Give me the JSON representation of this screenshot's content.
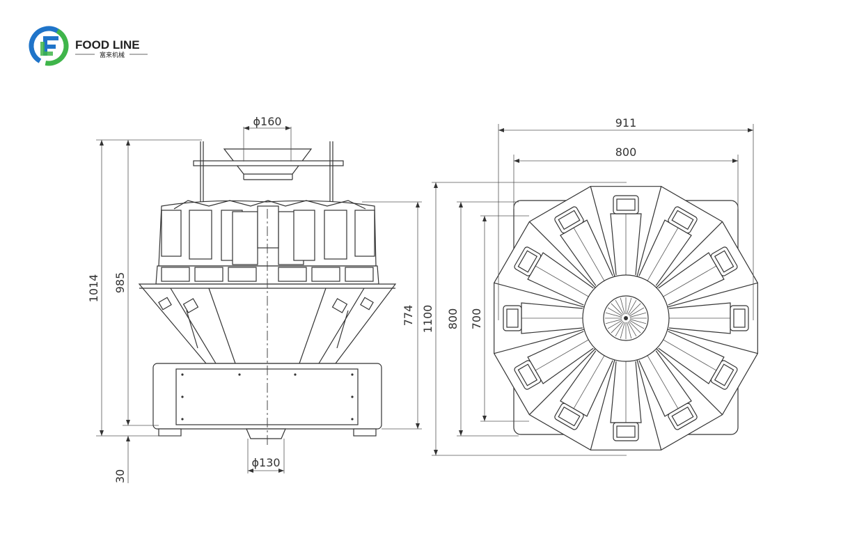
{
  "brand": {
    "name": "FOOD LINE",
    "subtitle": "富来机械",
    "colors": {
      "blue": "#1f74c9",
      "green": "#3fb54a"
    }
  },
  "front_view": {
    "dims": {
      "top_diameter": "ϕ160",
      "bottom_diameter": "ϕ130",
      "total_height": "1014",
      "height_985": "985",
      "height_774": "774",
      "foot_30": "30"
    }
  },
  "top_view": {
    "dims": {
      "width_911": "911",
      "width_800": "800",
      "height_1100": "1100",
      "height_800": "800",
      "height_700": "700"
    }
  }
}
